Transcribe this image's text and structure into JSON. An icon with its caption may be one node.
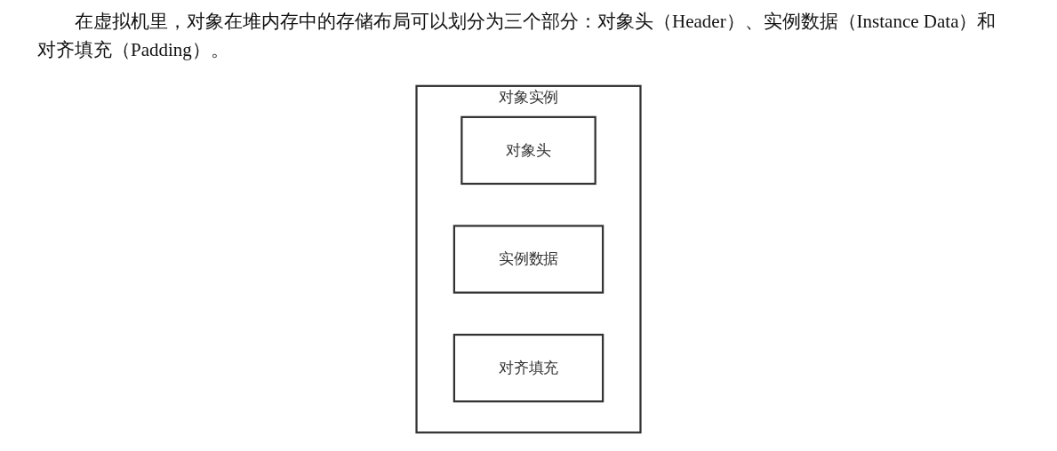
{
  "diagram": {
    "nodes": [
      {
        "text": [
          "对象实例"
        ]
      },
      {
        "text": [
          "对象头"
        ],
        "in": 0
      },
      {
        "text": [
          "实例数据"
        ],
        "in": 0
      },
      {
        "text": [
          "对齐填充"
        ],
        "in": 0
      }
    ],
    "edges": [],
    "labels": [
      "在虚拟机里，对象在堆内存中的存储布局可以划分为三个部分：对象头（Header）、实例数据（Instance Data）和对齐填充（Padding）。"
    ]
  }
}
